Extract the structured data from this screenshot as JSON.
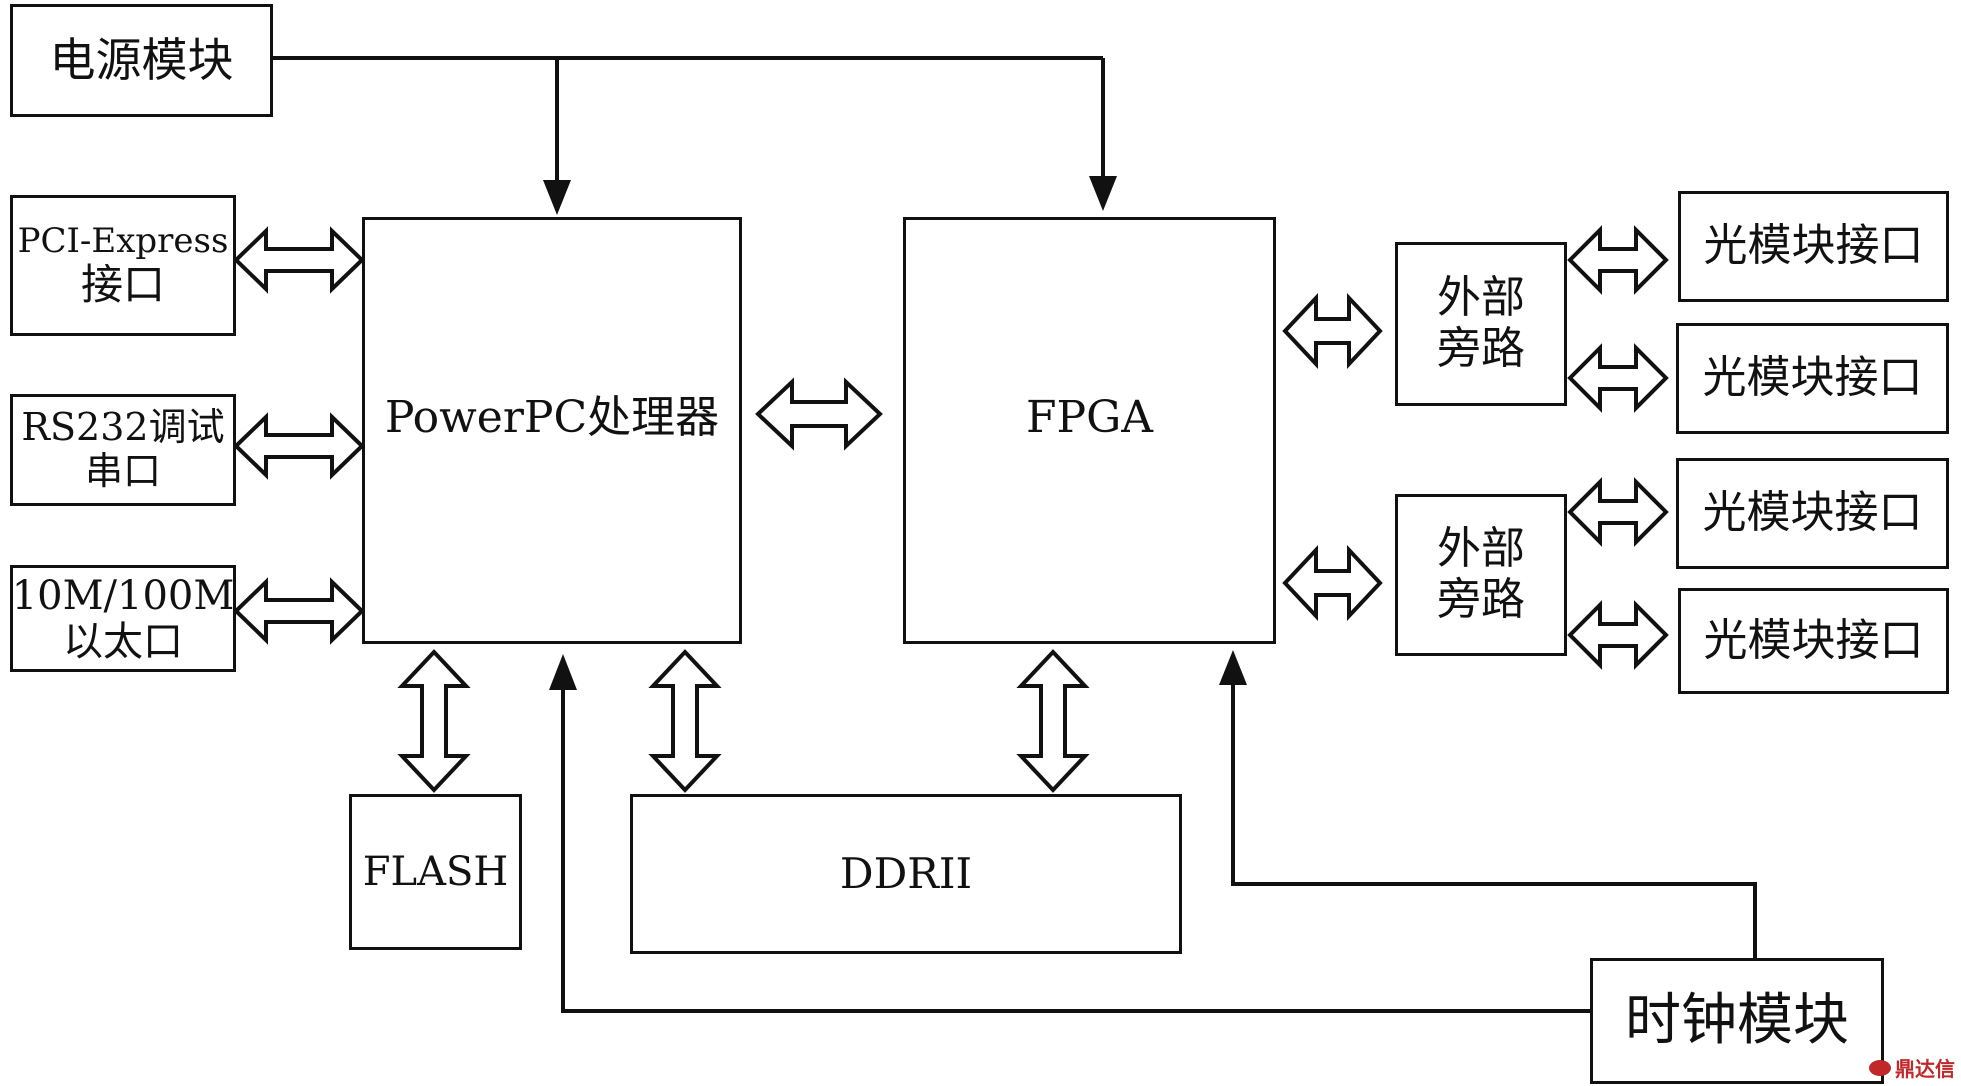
{
  "blocks": {
    "power": "电源模块",
    "pcie_1": "PCI-Express",
    "pcie_2": "接口",
    "rs232_1": "RS232调试",
    "rs232_2": "串口",
    "eth_1": "10M/100M",
    "eth_2": "以太口",
    "powerpc": "PowerPC处理器",
    "fpga": "FPGA",
    "bypass_top_1": "外部",
    "bypass_top_2": "旁路",
    "bypass_bottom_1": "外部",
    "bypass_bottom_2": "旁路",
    "optical_1": "光模块接口",
    "optical_2": "光模块接口",
    "optical_3": "光模块接口",
    "optical_4": "光模块接口",
    "flash": "FLASH",
    "ddr": "DDRII",
    "clock": "时钟模块"
  },
  "watermark": "鼎达信",
  "colors": {
    "line": "#111111",
    "watermark": "#c0282a"
  }
}
